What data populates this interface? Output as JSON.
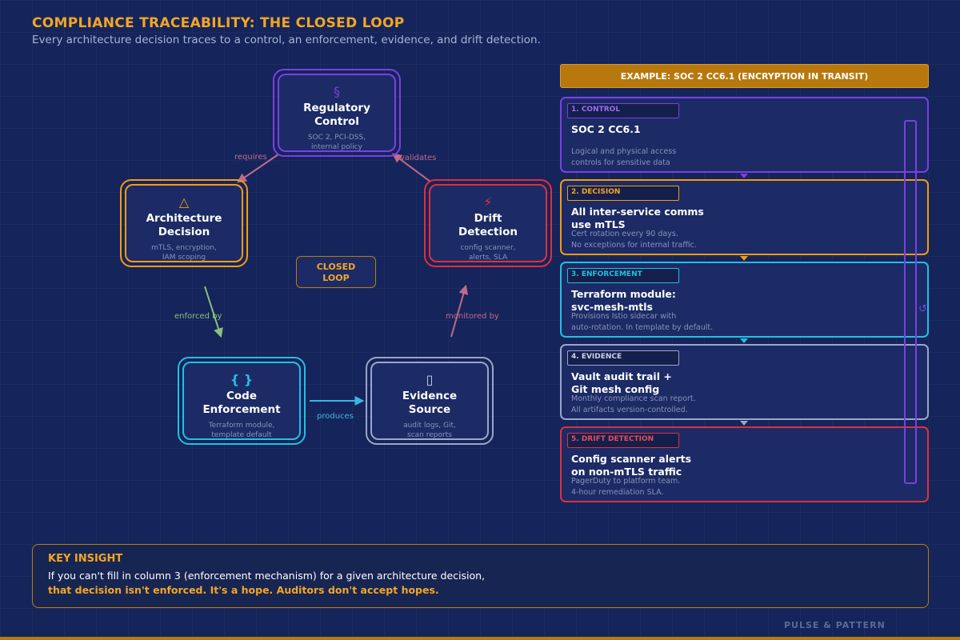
{
  "header": {
    "title": "COMPLIANCE TRACEABILITY: THE CLOSED LOOP",
    "subtitle": "Every architecture decision traces to a control, an enforcement, evidence, and drift detection."
  },
  "loop": {
    "center_label": "CLOSED\nLOOP",
    "nodes": {
      "control": {
        "icon": "section-icon",
        "glyph": "§",
        "title": "Regulatory\nControl",
        "sub": "SOC 2, PCI-DSS,\ninternal policy",
        "color": "#7b3fe4"
      },
      "decision": {
        "icon": "warning-triangle-icon",
        "glyph": "△",
        "title": "Architecture\nDecision",
        "sub": "mTLS, encryption,\nIAM scoping",
        "color": "#f39c12"
      },
      "drift": {
        "icon": "lightning-icon",
        "glyph": "⚡",
        "title": "Drift\nDetection",
        "sub": "config scanner,\nalerts, SLA",
        "color": "#e0303c"
      },
      "enforcement": {
        "icon": "braces-icon",
        "glyph": "{ }",
        "title": "Code\nEnforcement",
        "sub": "Terraform module,\ntemplate default",
        "color": "#22c0e0"
      },
      "evidence": {
        "icon": "clipboard-icon",
        "glyph": "▯",
        "title": "Evidence\nSource",
        "sub": "audit logs, Git,\nscan reports",
        "color": "#9aa6c8"
      }
    },
    "edges": {
      "requires": "requires",
      "validates": "validates",
      "enforced_by": "enforced by",
      "monitored_by": "monitored by",
      "produces": "produces"
    }
  },
  "example": {
    "header": "EXAMPLE: SOC 2 CC6.1 (ENCRYPTION IN TRANSIT)",
    "loop_icon": "↺",
    "steps": [
      {
        "tag": "1. CONTROL",
        "title": "SOC 2 CC6.1",
        "desc": "Logical and physical access\ncontrols for sensitive data",
        "color": "#7b3fe4"
      },
      {
        "tag": "2. DECISION",
        "title": "All inter-service comms\nuse mTLS",
        "desc": "Cert rotation every 90 days.\nNo exceptions for internal traffic.",
        "color": "#f39c12"
      },
      {
        "tag": "3. ENFORCEMENT",
        "title": "Terraform module:\nsvc-mesh-mtls",
        "desc": "Provisions Istio sidecar with\nauto-rotation. In template by default.",
        "color": "#22c0e0"
      },
      {
        "tag": "4. EVIDENCE",
        "title": "Vault audit trail +\nGit mesh config",
        "desc": "Monthly compliance scan report.\nAll artifacts version-controlled.",
        "color": "#9aa6c8"
      },
      {
        "tag": "5. DRIFT DETECTION",
        "title": "Config scanner alerts\non non-mTLS traffic",
        "desc": "PagerDuty to platform team.\n4-hour remediation SLA.",
        "color": "#e0303c"
      }
    ]
  },
  "insight": {
    "title": "KEY INSIGHT",
    "line1": "If you can't fill in column 3 (enforcement mechanism) for a given architecture decision,",
    "line2": "that decision isn't enforced. It's a hope. Auditors don't accept hopes."
  },
  "footer": {
    "brand": "PULSE & PATTERN"
  }
}
